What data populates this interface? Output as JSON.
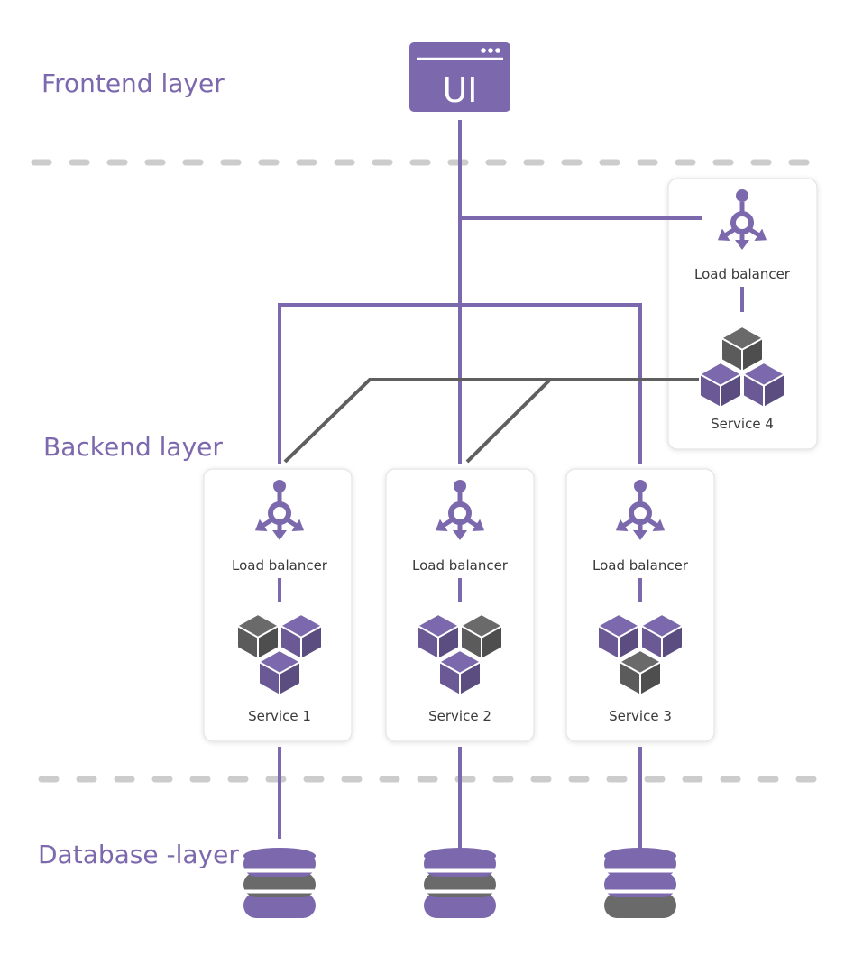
{
  "layers": {
    "frontend": "Frontend layer",
    "backend": "Backend layer",
    "database": "Database -layer"
  },
  "ui_block": {
    "label": "UI"
  },
  "services": [
    {
      "lb_label": "Load balancer",
      "name": "Service 1",
      "cubes": [
        "gray",
        "purple",
        "purple"
      ],
      "db": [
        "purple",
        "gray",
        "purple"
      ]
    },
    {
      "lb_label": "Load balancer",
      "name": "Service 2",
      "cubes": [
        "purple",
        "gray",
        "purple"
      ],
      "db": [
        "purple",
        "gray",
        "purple"
      ]
    },
    {
      "lb_label": "Load balancer",
      "name": "Service 3",
      "cubes": [
        "purple",
        "purple",
        "gray"
      ],
      "db": [
        "purple",
        "purple",
        "gray"
      ]
    }
  ],
  "service4": {
    "lb_label": "Load balancer",
    "name": "Service 4",
    "cubes": [
      "gray",
      "purple",
      "purple"
    ]
  },
  "colors": {
    "purple": "#7b68ad",
    "gray": "#6a6a6a",
    "dashes": "#cccccc",
    "card_border": "#e4e4e4"
  }
}
